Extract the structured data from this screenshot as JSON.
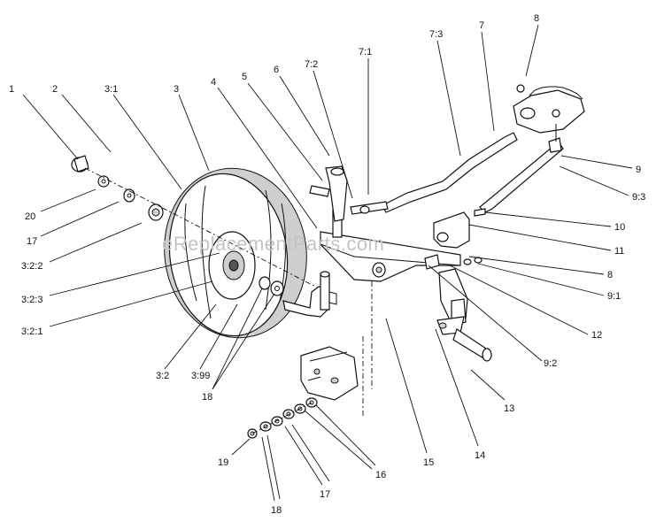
{
  "watermark": "eReplacementParts.com",
  "callouts": [
    "1",
    "2",
    "3:1",
    "3",
    "4",
    "5",
    "6",
    "7:2",
    "7:1",
    "7:3",
    "7",
    "8",
    "9",
    "9:3",
    "10",
    "11",
    "8",
    "9:1",
    "12",
    "9:2",
    "13",
    "14",
    "15",
    "16",
    "17",
    "18",
    "19",
    "20",
    "17",
    "3:2:2",
    "3:2:3",
    "3:2:1",
    "3:2",
    "3:99",
    "18"
  ]
}
